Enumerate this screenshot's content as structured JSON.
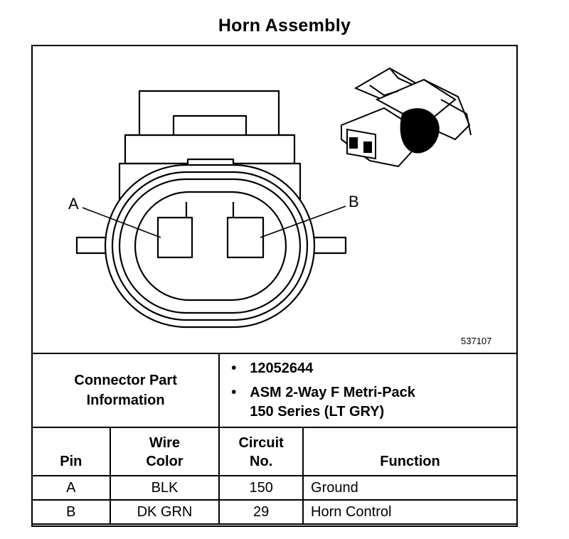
{
  "title": "Horn Assembly",
  "figure_number": "537107",
  "callouts": {
    "a": "A",
    "b": "B"
  },
  "connector_info": {
    "label_line1": "Connector Part",
    "label_line2": "Information",
    "bullet": "•",
    "part_number": "12052644",
    "description_line1": "ASM 2-Way F Metri-Pack",
    "description_line2": "150 Series (LT GRY)"
  },
  "table": {
    "headers": {
      "pin": "Pin",
      "wire_line1": "Wire",
      "wire_line2": "Color",
      "circuit_line1": "Circuit",
      "circuit_line2": "No.",
      "function": "Function"
    },
    "rows": [
      {
        "pin": "A",
        "wire_color": "BLK",
        "circuit": "150",
        "function": "Ground"
      },
      {
        "pin": "B",
        "wire_color": "DK GRN",
        "circuit": "29",
        "function": "Horn Control"
      }
    ]
  }
}
